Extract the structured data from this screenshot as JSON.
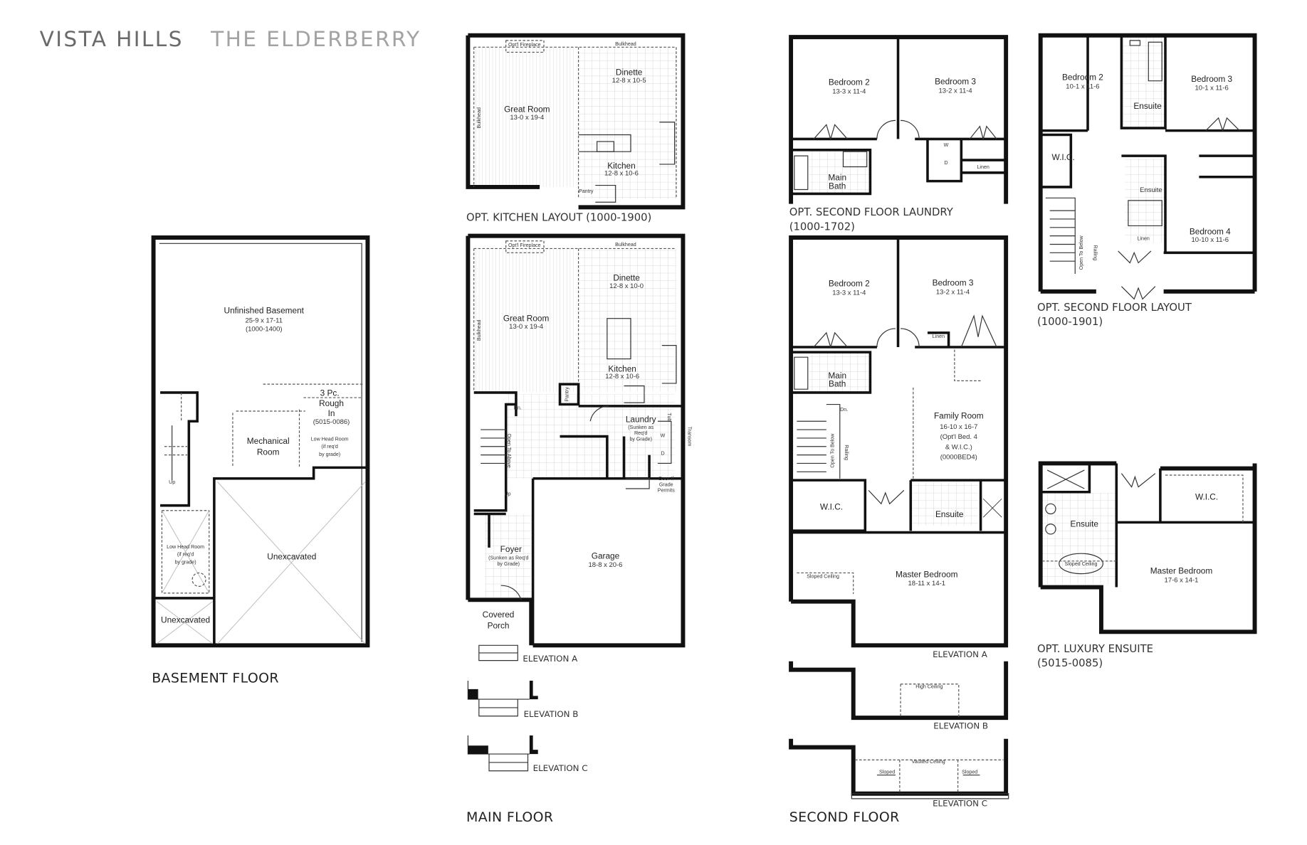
{
  "title": {
    "project": "VISTA HILLS",
    "model": "THE ELDERBERRY"
  },
  "colors": {
    "title_dark": "#6a6a6a",
    "title_light": "#a3a3a3",
    "walls": "#111111"
  },
  "basement": {
    "caption": "BASEMENT FLOOR",
    "unfinished": {
      "name": "Unfinished Basement",
      "size": "25-9 x 17-11",
      "code": "(1000-1400)"
    },
    "mechanical": {
      "line1": "Mechanical",
      "line2": "Room"
    },
    "rough_in": {
      "line1": "3 Pc.",
      "line2": "Rough",
      "line3": "In",
      "code": "(5015-0086)"
    },
    "low_head_1": {
      "line1": "Low Head Room",
      "line2": "(if req'd",
      "line3": "by grade)"
    },
    "low_head_2": {
      "line1": "Low Head Room",
      "line2": "(if req'd",
      "line3": "by grade)"
    },
    "unexcavated_1": "Unexcavated",
    "unexcavated_2": "Unexcavated",
    "up": "Up"
  },
  "opt_kitchen": {
    "caption": "OPT. KITCHEN LAYOUT (1000-1900)",
    "fireplace": "Opt'l Fireplace",
    "bulkhead_top": "Bulkhead",
    "bulkhead_side": "Bulkhead",
    "dinette": {
      "name": "Dinette",
      "size": "12-8 x 10-5"
    },
    "great_room": {
      "name": "Great Room",
      "size": "13-0 x 19-4"
    },
    "kitchen": {
      "name": "Kitchen",
      "size": "12-8 x 10-6"
    },
    "pantry": "Pantry"
  },
  "main_floor": {
    "caption": "MAIN FLOOR",
    "fireplace": "Opt'l Fireplace",
    "bulkhead_top": "Bulkhead",
    "bulkhead_side": "Bulkhead",
    "dinette": {
      "name": "Dinette",
      "size": "12-8 x 10-0"
    },
    "great_room": {
      "name": "Great Room",
      "size": "13-0 x 19-4"
    },
    "kitchen": {
      "name": "Kitchen",
      "size": "12-8 x 10-6"
    },
    "pantry": "Pantry",
    "dn": "Dn.",
    "up": "Up",
    "open_above": "Open To Above",
    "laundry": {
      "name": "Laundry",
      "line1": "(Sunken as",
      "line2": "Req'd",
      "line3": "by Grade)"
    },
    "transom": "Transom",
    "washer": "W",
    "dryer": "D",
    "tub": "Tub",
    "door_grade": {
      "line1": "Door If",
      "line2": "Grade",
      "line3": "Permits"
    },
    "foyer": {
      "name": "Foyer",
      "line1": "(Sunken as Req'd",
      "line2": "by Grade)"
    },
    "garage": {
      "name": "Garage",
      "size": "18-8 x 20-6"
    },
    "porch": {
      "line1": "Covered",
      "line2": "Porch"
    },
    "elevations": [
      "ELEVATION A",
      "ELEVATION B",
      "ELEVATION C"
    ]
  },
  "opt_laundry": {
    "caption_line1": "OPT. SECOND FLOOR LAUNDRY",
    "caption_line2": "(1000-1702)",
    "bedroom2": {
      "name": "Bedroom 2",
      "size": "13-3 x 11-4"
    },
    "bedroom3": {
      "name": "Bedroom 3",
      "size": "13-2 x 11-4"
    },
    "washer": "W",
    "dryer": "D",
    "linen": "Linen",
    "bath": {
      "line1": "Main",
      "line2": "Bath"
    }
  },
  "second_floor": {
    "caption": "SECOND FLOOR",
    "bedroom2": {
      "name": "Bedroom 2",
      "size": "13-3 x 11-4"
    },
    "bedroom3": {
      "name": "Bedroom 3",
      "size": "13-2 x 11-4"
    },
    "linen": "Linen",
    "bath": {
      "line1": "Main",
      "line2": "Bath"
    },
    "dn": "Dn.",
    "open_below": "Open To Below",
    "railing": "Railing",
    "family_room": {
      "name": "Family Room",
      "size": "16-10 x 16-7",
      "line1": "(Opt'l Bed. 4",
      "line2": "& W.I.C.)",
      "code": "(0000BED4)"
    },
    "wic": "W.I.C.",
    "ensuite": "Ensuite",
    "sloped_ceiling": "Sloped Ceiling",
    "master": {
      "name": "Master Bedroom",
      "size": "18-11 x 14-1"
    },
    "high_ceiling": "High Ceiling",
    "vaulted_ceiling": "Vaulted Ceiling",
    "sloped_left": "Sloped",
    "sloped_right": "Sloped",
    "elevations": [
      "ELEVATION A",
      "ELEVATION B",
      "ELEVATION C"
    ]
  },
  "opt_layout": {
    "caption_line1": "OPT. SECOND FLOOR LAYOUT",
    "caption_line2": "(1000-1901)",
    "bedroom2": {
      "name": "Bedroom 2",
      "size": "10-1 x 11-6"
    },
    "bedroom3": {
      "name": "Bedroom 3",
      "size": "10-1 x 11-6"
    },
    "ensuite_top": "Ensuite",
    "wic": "W.I.C.",
    "ensuite_mid": "Ensuite",
    "linen": "Linen",
    "bedroom4": {
      "name": "Bedroom 4",
      "size": "10-10 x 11-6"
    },
    "open_below": "Open To Below",
    "railing": "Railing"
  },
  "opt_luxury": {
    "caption_line1": "OPT. LUXURY ENSUITE",
    "caption_line2": "(5015-0085)",
    "ensuite": "Ensuite",
    "sloped_ceiling": "Sloped Ceiling",
    "wic": "W.I.C.",
    "master": {
      "name": "Master Bedroom",
      "size": "17-6 x 14-1"
    }
  }
}
